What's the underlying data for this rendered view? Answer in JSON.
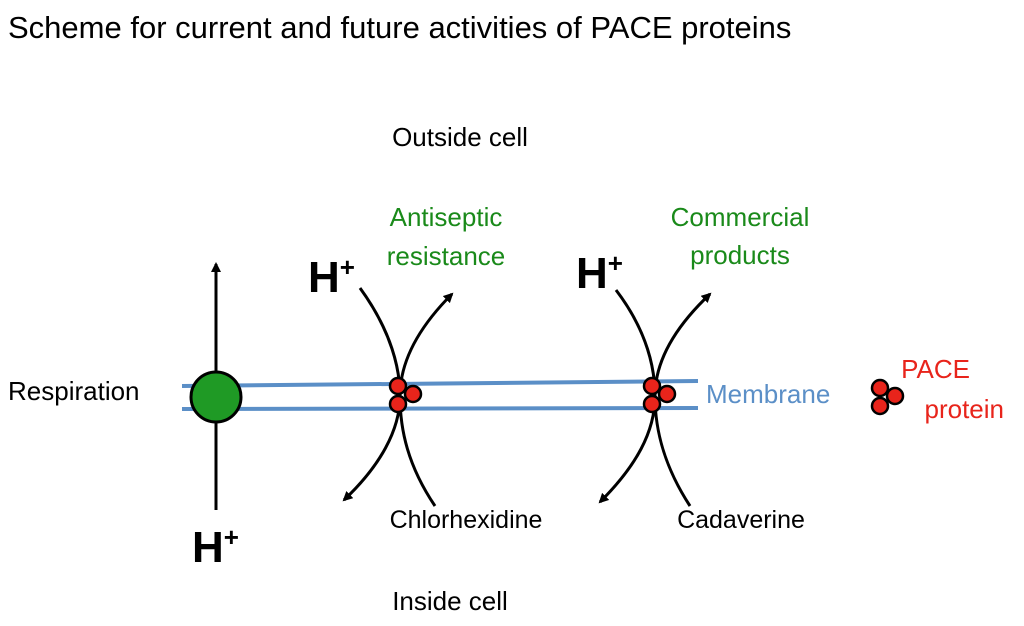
{
  "title": "Scheme for current and future activities of PACE proteins",
  "regions": {
    "outside": "Outside cell",
    "inside": "Inside cell"
  },
  "membrane_label": "Membrane",
  "respiration_label": "Respiration",
  "proton": {
    "base": "H",
    "charge": "+"
  },
  "activities": [
    {
      "name": "antiseptic-resistance",
      "line1": "Antiseptic",
      "line2": "resistance",
      "substrate": "Chlorhexidine"
    },
    {
      "name": "commercial-products",
      "line1": "Commercial",
      "line2": "products",
      "substrate": "Cadaverine"
    }
  ],
  "legend": {
    "line1": "PACE",
    "line2": "protein"
  },
  "colors": {
    "membrane": "#5b8fc7",
    "respiration_complex": "#1f9a25",
    "pace_protein": "#e8241b",
    "activity_text": "#1a8a1a",
    "legend_text": "#e8241b"
  }
}
